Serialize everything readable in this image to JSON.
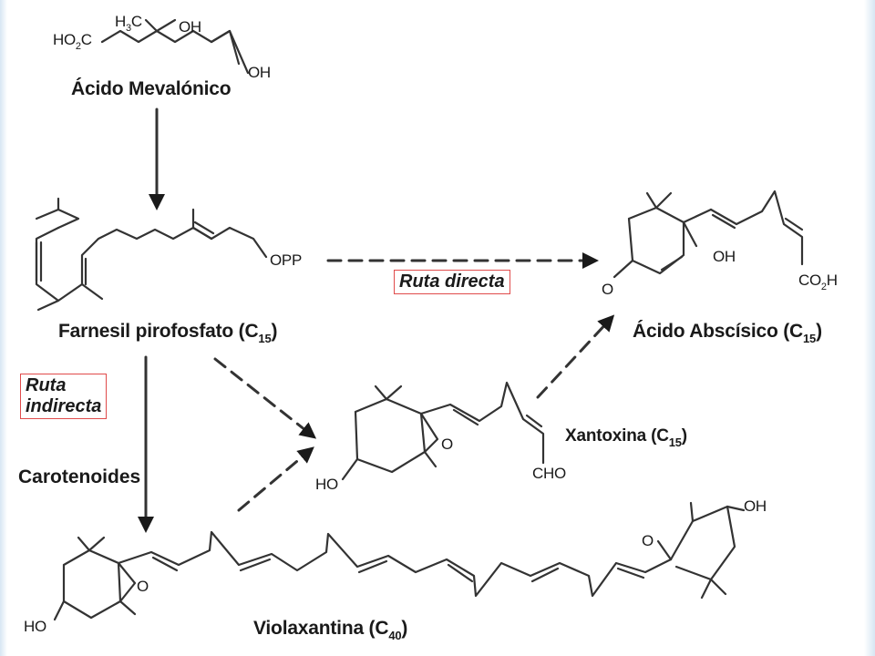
{
  "compounds": {
    "mevalonic": "Ácido Mevalónico",
    "farnesyl": {
      "name": "Farnesil pirofosfato (C",
      "sub": "15",
      "close": ")"
    },
    "abscisic": {
      "name": "Ácido Abscísico (C",
      "sub": "15",
      "close": ")"
    },
    "xanthoxin": {
      "name": "Xantoxina (C",
      "sub": "15",
      "close": ")"
    },
    "violaxanthin": {
      "name": "Violaxantina (C",
      "sub": "40",
      "close": ")"
    }
  },
  "routes": {
    "direct": "Ruta directa",
    "indirect_line1": "Ruta",
    "indirect_line2": "indirecta",
    "carotenoids": "Carotenoides"
  },
  "atoms": {
    "ho2c": "HO",
    "ho2c_sub": "2",
    "ho2c_c": "C",
    "h3c_h": "H",
    "h3c_sub": "3",
    "h3c_c": "C",
    "oh_top": "OH",
    "oh_chain": "OH",
    "opp": "OPP",
    "aba_oh": "OH",
    "aba_o": "O",
    "aba_co2h_a": "CO",
    "aba_co2h_sub": "2",
    "aba_co2h_b": "H",
    "xan_o": "O",
    "xan_ho": "HO",
    "xan_cho": "CHO",
    "vio_ho": "HO",
    "vio_o_left": "O",
    "vio_o_right": "O",
    "vio_oh": "OH"
  }
}
